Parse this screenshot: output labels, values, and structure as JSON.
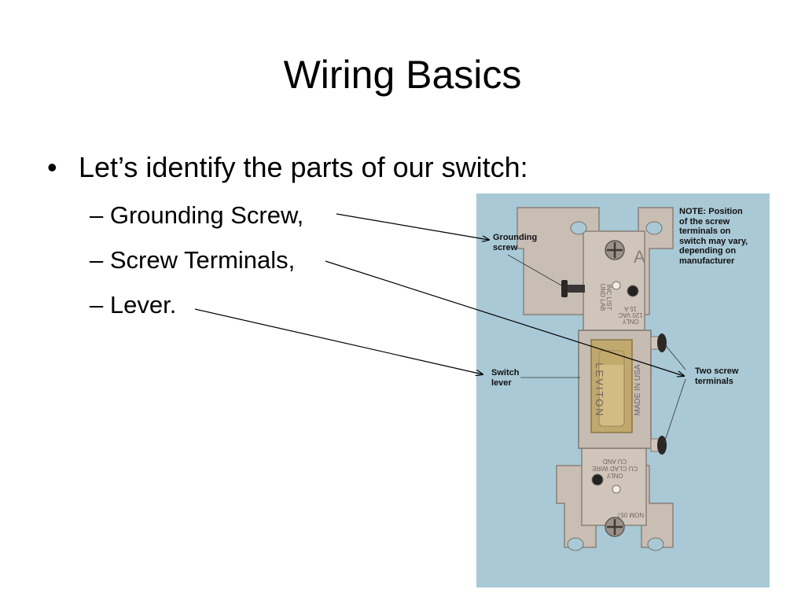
{
  "slide": {
    "title": "Wiring Basics",
    "bullet_marker": "•",
    "bullet": "Let’s identify the parts of our switch:",
    "subbullets": [
      "– Grounding Screw,",
      "– Screw Terminals,",
      "– Lever."
    ]
  },
  "photo": {
    "labels": {
      "grounding_line1": "Grounding",
      "grounding_line2": "screw",
      "note_line1": "NOTE: Position",
      "note_line2": "of the screw",
      "note_line3": "terminals on",
      "note_line4": "switch may vary,",
      "note_line5": "depending on",
      "note_line6": "manufacturer",
      "lever_line1": "Switch",
      "lever_line2": "lever",
      "terminals_line1": "Two screw",
      "terminals_line2": "terminals"
    },
    "imprints": {
      "brand": "LEVITON",
      "origin": "MADE IN USA",
      "rating_line1": "15 A",
      "rating_line2": "120 VAC",
      "rating_line3": "ONLY",
      "listing_line1": "UND LAB",
      "listing_line2": "INC LIST",
      "wire_line1": "CU AND",
      "wire_line2": "CU CLAD WIRE",
      "wire_line3": "ONLY",
      "code": "NOM 057",
      "stamp": "A"
    }
  },
  "colors": {
    "photo_background": "#a9c9d6",
    "metal": "#c9bfb6",
    "lever": "#cbb27a"
  }
}
